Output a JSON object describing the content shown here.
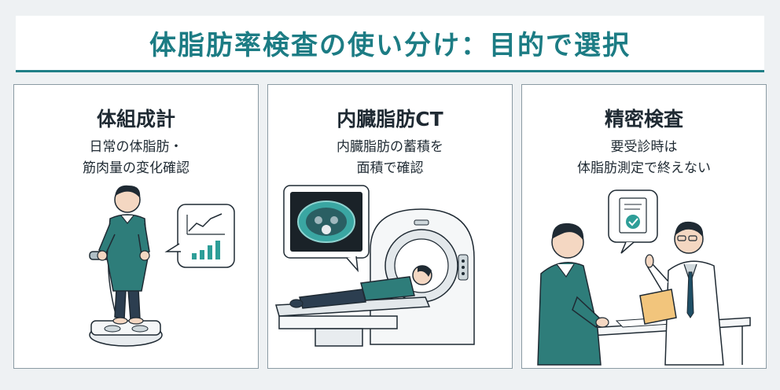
{
  "title": "体脂肪率検査の使い分け：目的で選択",
  "cards": [
    {
      "heading": "体組成計",
      "desc_lines": [
        "日常の体脂肪・",
        "筋肉量の変化確認"
      ]
    },
    {
      "heading": "内臓脂肪CT",
      "desc_lines": [
        "内臓脂肪の蓄積を",
        "面積で確認"
      ]
    },
    {
      "heading": "精密検査",
      "desc_lines": [
        "要受診時は",
        "体脂肪測定で終えない"
      ]
    }
  ],
  "colors": {
    "accent": "#1c7c84",
    "sweater": "#2e7d7a",
    "pants": "#2c3e50",
    "outline": "#1f2a33"
  },
  "icons": [
    "line-chart-bubble-icon",
    "ct-scan-bubble-icon",
    "checklist-bubble-icon"
  ]
}
